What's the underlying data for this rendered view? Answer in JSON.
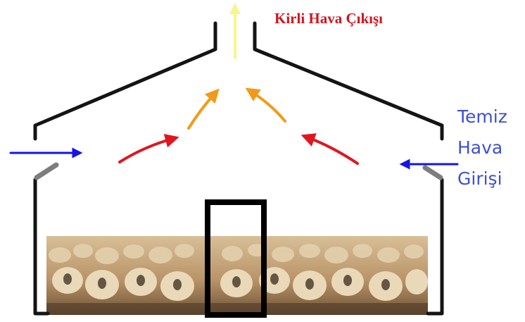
{
  "labels": {
    "outlet": "Kirli Hava Çıkışı",
    "inlet_lines": [
      "Temiz",
      "Hava",
      "Girişi"
    ]
  },
  "colors": {
    "outline": "#141414",
    "vent_flap": "#7d7d7d",
    "outlet_label": "#d0161d",
    "inlet_label": "#3e50d2",
    "clean_air_arrow": "#1515e6",
    "warm_air_arrow": "#e0151f",
    "rising_air_arrow": "#f29a18",
    "exhaust_air_arrow": "#f8f58e",
    "sheep_base": "#c6a57a",
    "sheep_shadow": "#3a2a1c"
  },
  "icons": {
    "animals": "sheep-flock-image",
    "door": "door-frame"
  }
}
